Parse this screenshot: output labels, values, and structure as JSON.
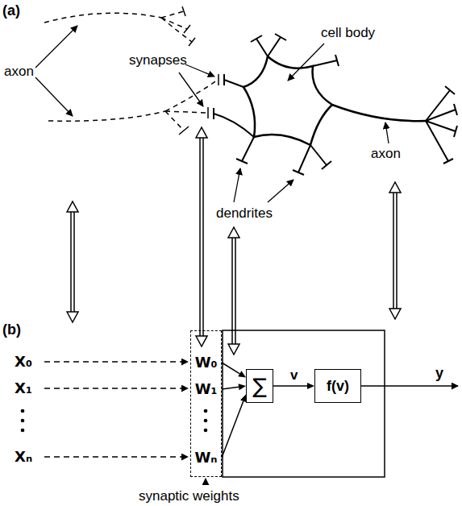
{
  "diagram": {
    "nodes": [
      {
        "text": [
          "W₀",
          "W₁",
          "Wₙ"
        ]
      },
      {
        "text": [
          "∑"
        ]
      },
      {
        "text": [
          "f(v)"
        ]
      }
    ],
    "edges": [
      {
        "from": 0,
        "to": 1,
        "arrow": "to"
      },
      {
        "from": 0,
        "to": 1,
        "arrow": "to"
      },
      {
        "from": 0,
        "to": 1,
        "arrow": "to"
      },
      {
        "from": 1,
        "to": 2,
        "arrow": "to",
        "label": "v"
      }
    ],
    "labels": [
      "(a)",
      "axon",
      "synapses",
      "cell body",
      "dendrites",
      "axon",
      "(b)",
      "X₀",
      "X₁",
      "Xₙ",
      "y",
      "synaptic weights"
    ]
  }
}
